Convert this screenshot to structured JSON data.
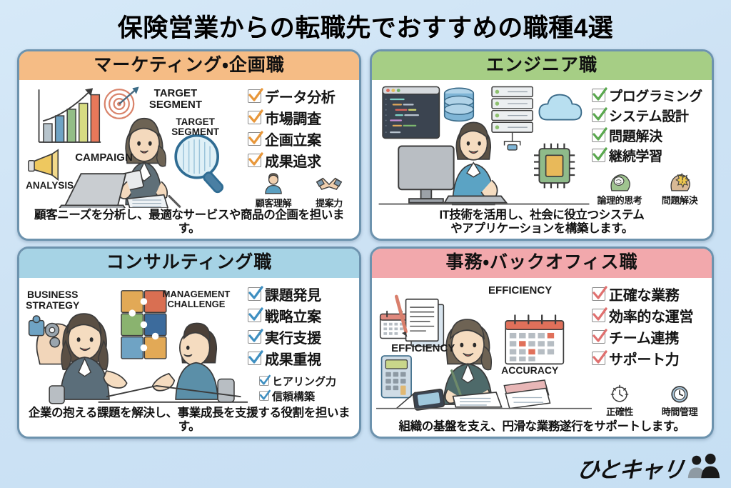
{
  "title": "保険営業からの転職先でおすすめの職種4選",
  "brand": {
    "name": "ひとキャリ",
    "icon": "two-people-icon"
  },
  "background_color": "#cde2f4",
  "cards": [
    {
      "id": "marketing",
      "header": "マーケティング・企画職",
      "theme_color": "#f5bc85",
      "check_color": "#e8973a",
      "checks": [
        "データ分析",
        "市場調査",
        "企画立案",
        "成果追求"
      ],
      "subchecks": [],
      "icons": [
        {
          "name": "person-icon",
          "caption": "顧客理解"
        },
        {
          "name": "handshake-icon",
          "caption": "提案力"
        }
      ],
      "illustration_labels": [
        "TARGET\nSEGMENT",
        "TARGET\nSEGMENT",
        "CAMPAIGN",
        "ANALYSIS"
      ],
      "illustration_items": [
        "bar-chart-icon",
        "target-dart-icon",
        "megaphone-icon",
        "magnifier-icon",
        "businesswoman-with-tablet",
        "laptop-icon"
      ],
      "footer": "顧客ニーズを分析し、最適なサービスや商品の企画を担います。",
      "footer_line2": ""
    },
    {
      "id": "engineer",
      "header": "エンジニア職",
      "theme_color": "#a6ce85",
      "check_color": "#5aa84f",
      "checks": [
        "プログラミング",
        "システム設計",
        "問題解決",
        "継続学習"
      ],
      "subchecks": [],
      "icons": [
        {
          "name": "brain-head-icon",
          "caption": "論理的思考"
        },
        {
          "name": "idea-head-icon",
          "caption": "問題解決"
        }
      ],
      "illustration_labels": [],
      "illustration_items": [
        "code-window-icon",
        "database-icon",
        "server-rack-icon",
        "cloud-icon",
        "cpu-chip-icon",
        "engineer-at-monitor"
      ],
      "footer": "IT技術を活用し、社会に役立つシステム",
      "footer_line2": "やアプリケーションを構築します。"
    },
    {
      "id": "consulting",
      "header": "コンサルティング職",
      "theme_color": "#a6d3e5",
      "check_color": "#3e8fc1",
      "checks": [
        "課題発見",
        "戦略立案",
        "実行支援",
        "成果重視"
      ],
      "subchecks": [
        "ヒアリング力",
        "信頼構築"
      ],
      "icons": [],
      "illustration_labels": [
        "BUSINESS\nSTRATEGY",
        "MANAGEMENT\nCHALLENGE"
      ],
      "illustration_items": [
        "head-gear-puzzle-icon",
        "puzzle-grid-icon",
        "consultant-woman",
        "client-man"
      ],
      "footer": "企業の抱える課題を解決し、事業成長を支援する役割を担います。",
      "footer_line2": ""
    },
    {
      "id": "backoffice",
      "header": "事務・バックオフィス職",
      "theme_color": "#f2a8ac",
      "check_color": "#e0706f",
      "checks": [
        "正確な業務",
        "効率的な運営",
        "チーム連携",
        "サポート力"
      ],
      "subchecks": [],
      "icons": [
        {
          "name": "stopwatch-icon",
          "caption": "正確性"
        },
        {
          "name": "clock-icon",
          "caption": "時間管理"
        }
      ],
      "illustration_labels": [
        "EFFICIENCY",
        "EFFICIENCY",
        "ACCURACY"
      ],
      "illustration_items": [
        "calendar-small-icon",
        "documents-pen-icon",
        "calculator-icon",
        "office-woman-writing",
        "calendar-large-icon",
        "tablet-icon",
        "books-icon"
      ],
      "footer": "組織の基盤を支え、円滑な業務遂行をサポートします。",
      "footer_line2": ""
    }
  ]
}
